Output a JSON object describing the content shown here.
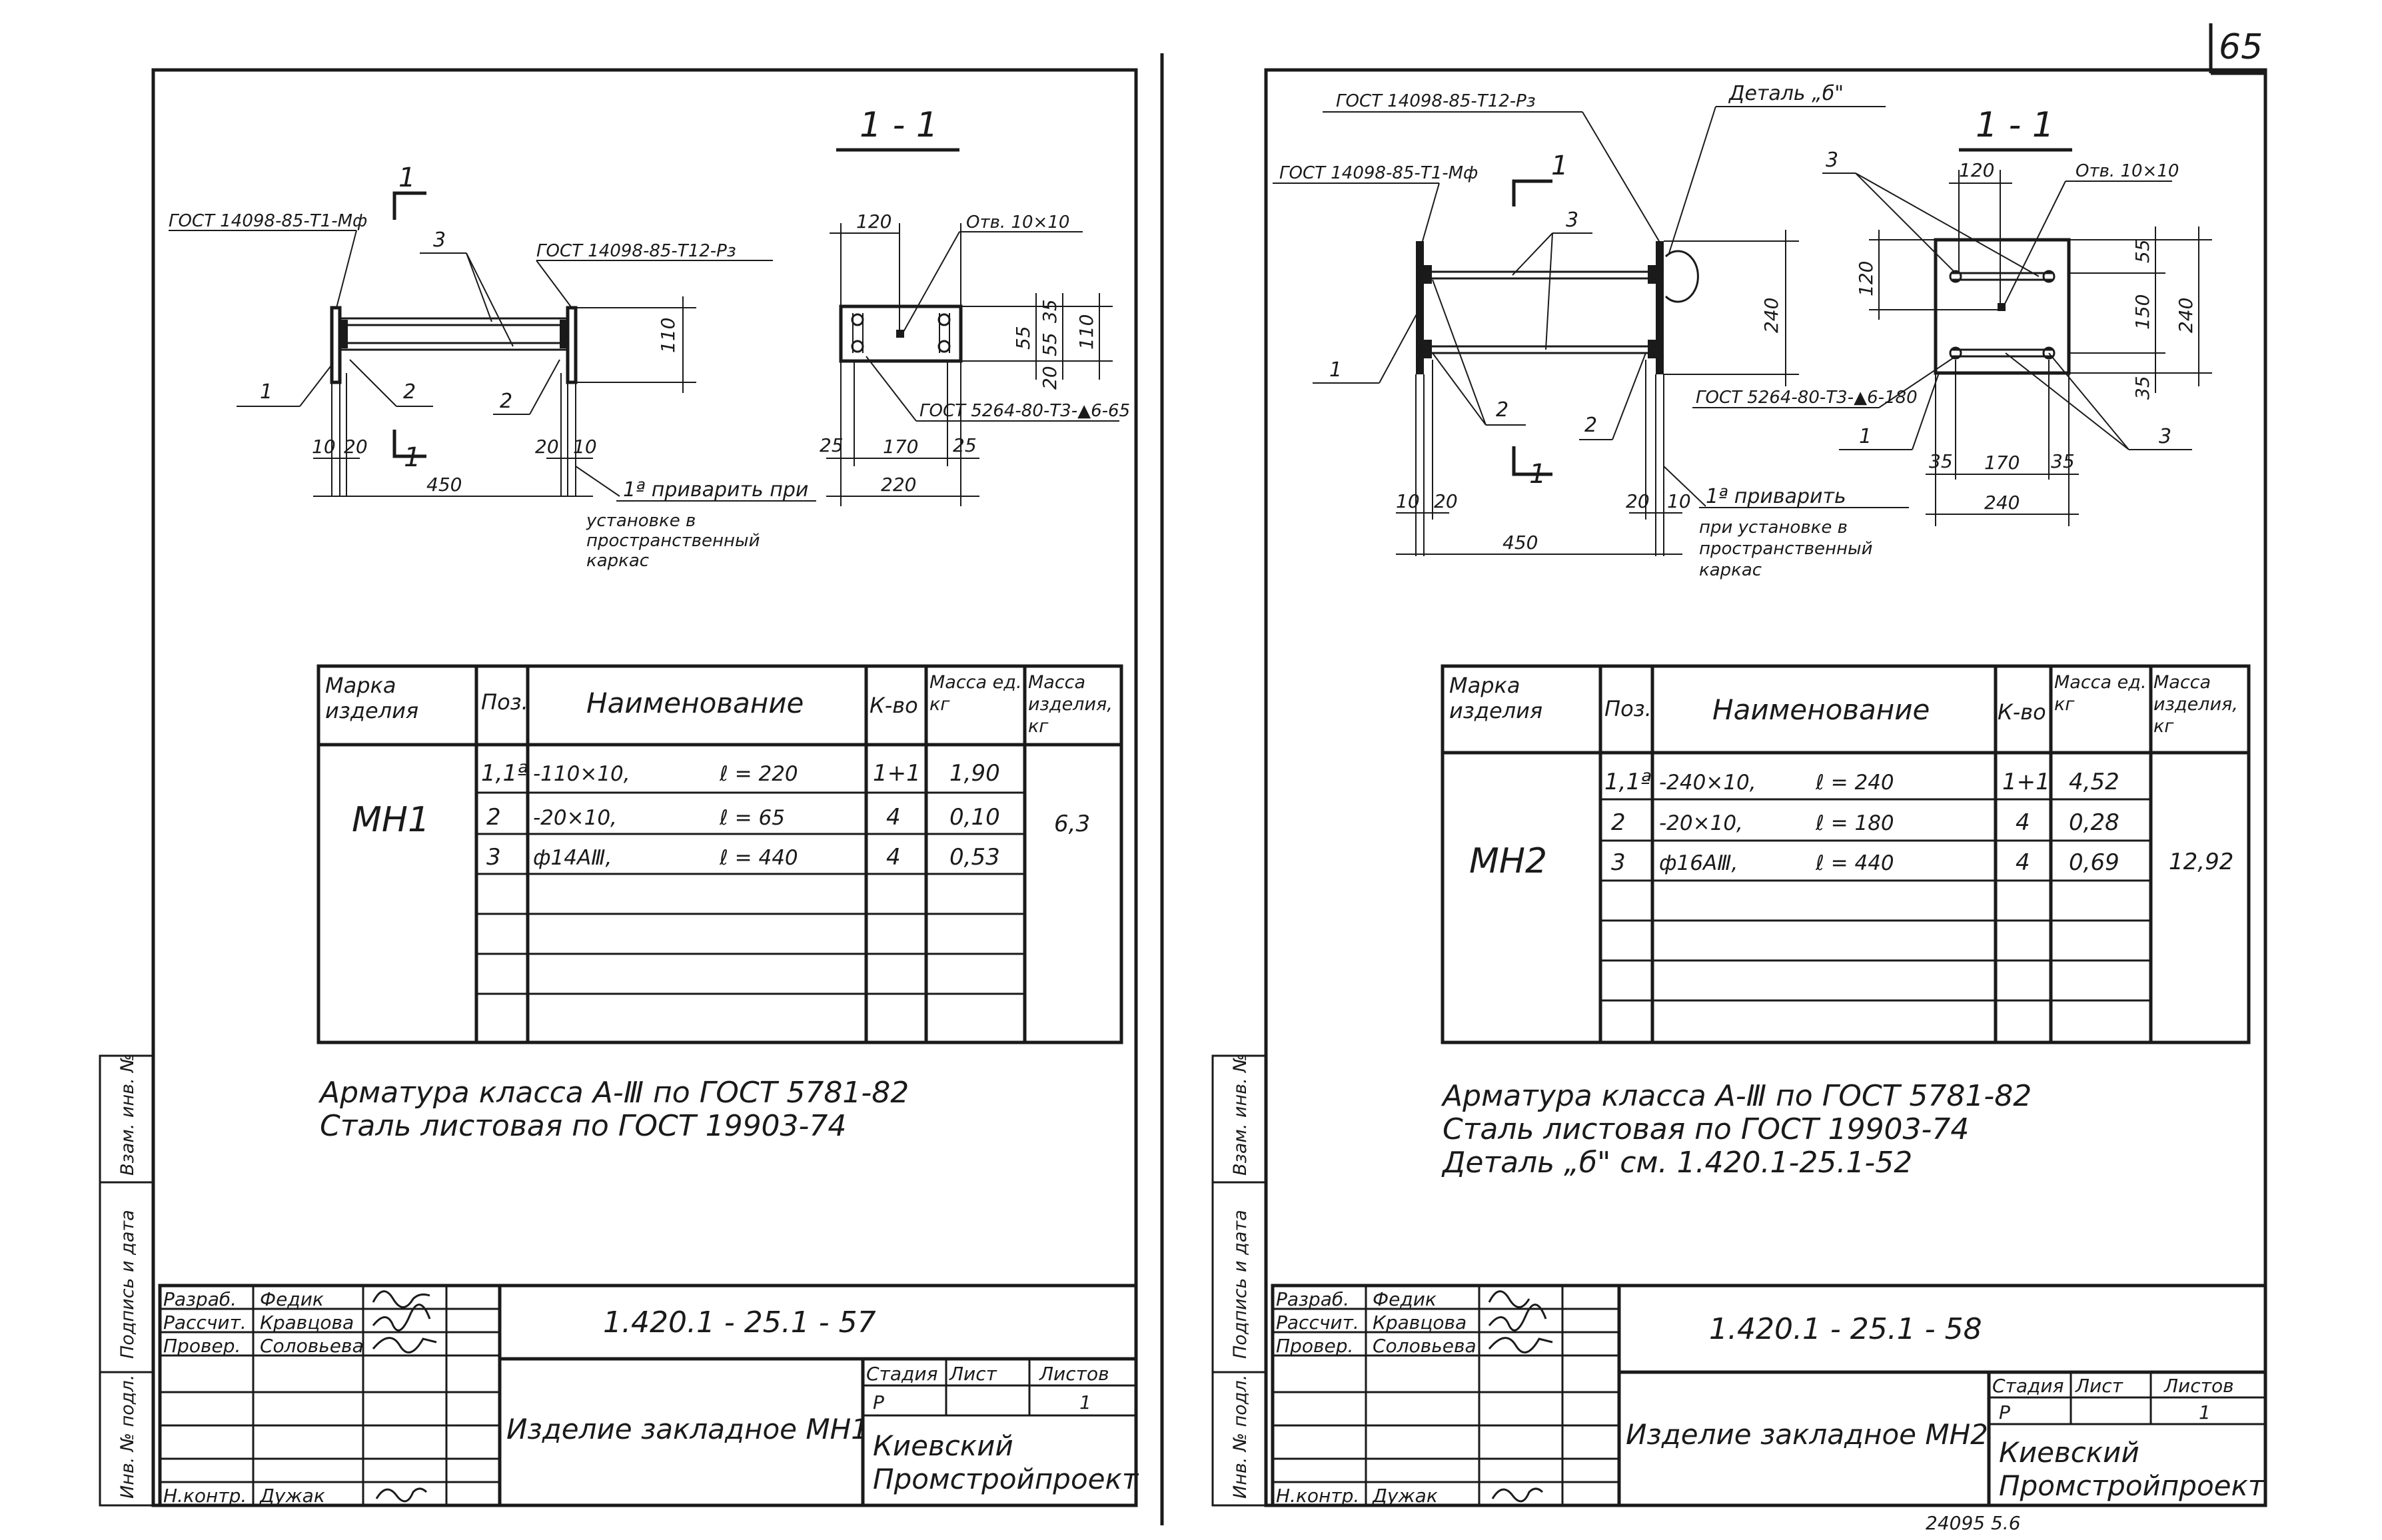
{
  "page_number": "65",
  "bottom_fragment": "24095  5.6",
  "sheet1": {
    "section_label": "1 - 1",
    "section_mark": "1",
    "labels": {
      "gost_left": "ГОСТ 14098-85-Т1-Мф",
      "gost_right": "ГОСТ 14098-85-Т12-Рз",
      "gost_section": "ГОСТ 5264-80-Т3-▲6-65",
      "pos1": "1",
      "pos2a": "2",
      "pos2b": "2",
      "pos3": "3",
      "hole": "Отв. 10×10",
      "weld_note": [
        "1ª приварить при",
        "установке в",
        "пространственный",
        "каркас"
      ]
    },
    "dims": {
      "d10": "10",
      "d20a": "20",
      "d20b": "20",
      "d10b": "10",
      "d450": "450",
      "d110": "110",
      "s120": "120",
      "s25a": "25",
      "s170": "170",
      "s25b": "25",
      "s220": "220",
      "s55": "55",
      "s35a": "35",
      "s55b": "55",
      "s20": "20",
      "s110": "110"
    },
    "table": {
      "headers": [
        "Марка изделия",
        "Поз.",
        "Наименование",
        "К-во",
        "Масса ед. кг",
        "Масса изделия, кг"
      ],
      "mark": "МН1",
      "total_mass": "6,3",
      "rows": [
        {
          "pos": "1,1ª",
          "name": "-110×10,",
          "length": "ℓ = 220",
          "qty": "1+1",
          "mass": "1,90"
        },
        {
          "pos": "2",
          "name": "-20×10,",
          "length": "ℓ = 65",
          "qty": "4",
          "mass": "0,10"
        },
        {
          "pos": "3",
          "name": "ф14АⅢ,",
          "length": "ℓ = 440",
          "qty": "4",
          "mass": "0,53"
        }
      ]
    },
    "notes": [
      "Арматура   класса    А-Ⅲ   по    ГОСТ 5781-82",
      "Сталь    листовая    по    ГОСТ 19903-74"
    ],
    "title_block": {
      "code": "1.420.1 - 25.1 - 57",
      "title": "Изделие закладное   МН1",
      "roles": [
        "Разраб.",
        "Рассчит.",
        "Провер.",
        "",
        "",
        "Н.контр."
      ],
      "names": [
        "Федик",
        "Кравцова",
        "Соловьева",
        "",
        "",
        "Дужак"
      ],
      "stage_label": "Стадия",
      "stage": "Р",
      "sheet_label": "Лист",
      "sheets_label": "Листов",
      "sheets": "1",
      "org": [
        "Киевский",
        "Промстройпроект"
      ]
    },
    "side_strip": [
      "Инв. № подл.",
      "Подпись и дата",
      "Взам. инв. №"
    ]
  },
  "sheet2": {
    "section_label": "1 - 1",
    "section_mark": "1",
    "labels": {
      "gost_top": "ГОСТ 14098-85-Т12-Рз",
      "gost_left": "ГОСТ 14098-85-Т1-Мф",
      "detail": "Деталь „б\"",
      "gost_section": "ГОСТ 5264-80-Т3-▲6-180",
      "pos1": "1",
      "pos2a": "2",
      "pos2b": "2",
      "pos3": "3",
      "pos3b": "3",
      "pos3c": "3",
      "pos1s": "1",
      "hole": "Отв. 10×10",
      "weld_note": [
        "1ª приварить",
        "при установке в",
        "пространственный",
        "каркас"
      ]
    },
    "dims": {
      "d10": "10",
      "d20a": "20",
      "d20b": "20",
      "d10b": "10",
      "d450": "450",
      "d240": "240",
      "s120": "120",
      "s120v": "120",
      "s55": "55",
      "s150": "150",
      "s35": "35",
      "s240v": "240",
      "s35a": "35",
      "s170": "170",
      "s35b": "35",
      "s240": "240"
    },
    "table": {
      "headers": [
        "Марка изделия",
        "Поз.",
        "Наименование",
        "К-во",
        "Масса ед. кг",
        "Масса изделия, кг"
      ],
      "mark": "МН2",
      "total_mass": "12,92",
      "rows": [
        {
          "pos": "1,1ª",
          "name": "-240×10,",
          "length": "ℓ = 240",
          "qty": "1+1",
          "mass": "4,52"
        },
        {
          "pos": "2",
          "name": "-20×10,",
          "length": "ℓ = 180",
          "qty": "4",
          "mass": "0,28"
        },
        {
          "pos": "3",
          "name": "ф16АⅢ,",
          "length": "ℓ = 440",
          "qty": "4",
          "mass": "0,69"
        }
      ]
    },
    "notes": [
      "Арматура    класса    А-Ⅲ   по    ГОСТ 5781-82",
      "Сталь     листовая     по    ГОСТ 19903-74",
      "Деталь „б\" см.  1.420.1-25.1-52"
    ],
    "title_block": {
      "code": "1.420.1 - 25.1 - 58",
      "title": "Изделие закладное   МН2",
      "roles": [
        "Разраб.",
        "Рассчит.",
        "Провер.",
        "",
        "",
        "Н.контр."
      ],
      "names": [
        "Федик",
        "Кравцова",
        "Соловьева",
        "",
        "",
        "Дужак"
      ],
      "stage_label": "Стадия",
      "stage": "Р",
      "sheet_label": "Лист",
      "sheets_label": "Листов",
      "sheets": "1",
      "org": [
        "Киевский",
        "Промстройпроект"
      ]
    },
    "side_strip": [
      "Инв. № подл.",
      "Подпись и дата",
      "Взам. инв. №"
    ]
  }
}
